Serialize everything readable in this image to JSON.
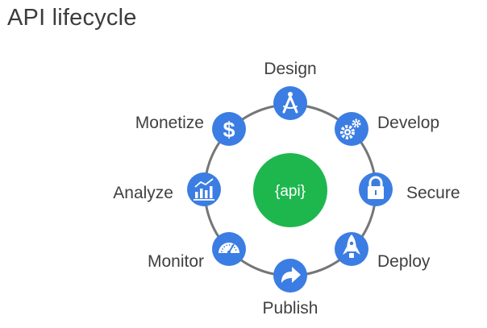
{
  "title": "API lifecycle",
  "center": {
    "label": "{api}",
    "color": "#1eb74e"
  },
  "ring": {
    "stroke": "#767676"
  },
  "node_color": "#3b7de2",
  "stages": [
    {
      "label": "Design",
      "icon": "compass-icon"
    },
    {
      "label": "Develop",
      "icon": "gears-icon"
    },
    {
      "label": "Secure",
      "icon": "lock-icon"
    },
    {
      "label": "Deploy",
      "icon": "rocket-icon"
    },
    {
      "label": "Publish",
      "icon": "arrow-right-icon"
    },
    {
      "label": "Monitor",
      "icon": "gauge-icon"
    },
    {
      "label": "Analyze",
      "icon": "bar-chart-icon"
    },
    {
      "label": "Monetize",
      "icon": "dollar-icon"
    }
  ]
}
